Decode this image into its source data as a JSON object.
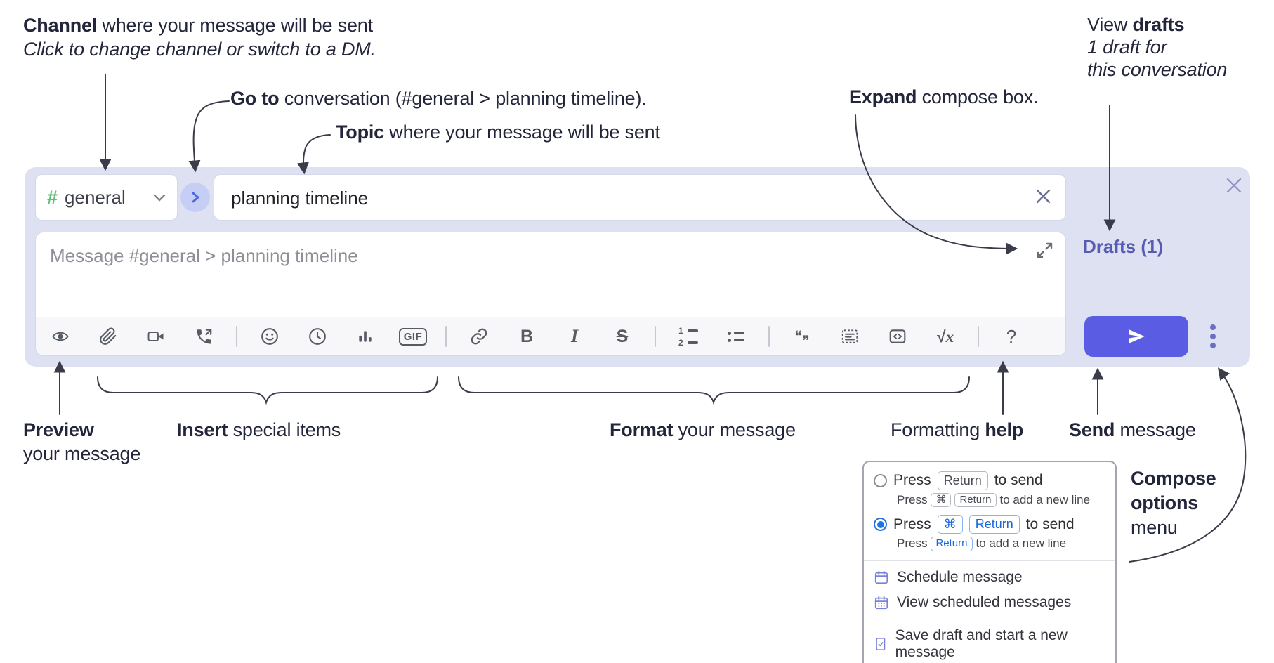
{
  "annotations": {
    "channel_label": {
      "bold": "Channel",
      "rest": " where your message will be sent",
      "hint": "Click to change channel or switch to a DM."
    },
    "goto_label": {
      "bold": "Go to",
      "rest": " conversation (#general > planning timeline)."
    },
    "topic_label": {
      "bold": "Topic",
      "rest": " where your message will be sent"
    },
    "expand_label": {
      "bold": "Expand",
      "rest": " compose box."
    },
    "drafts_label": {
      "pre": "View ",
      "bold": "drafts",
      "line2": "1 draft for",
      "line3": "this conversation"
    },
    "preview_label": {
      "bold": "Preview",
      "line2": "your message"
    },
    "insert_label": {
      "bold": "Insert",
      "rest": " special items"
    },
    "format_label": {
      "bold": "Format",
      "rest": " your message"
    },
    "help_label": {
      "pre": "Formatting ",
      "bold": "help"
    },
    "send_label": {
      "bold": "Send",
      "rest": " message"
    },
    "compose_options_label": {
      "line1": "Compose",
      "line2": "options",
      "line3": "menu"
    }
  },
  "composer": {
    "channel": {
      "hash": "#",
      "name": "general"
    },
    "topic": {
      "value": "planning timeline"
    },
    "message": {
      "placeholder": "Message #general > planning timeline"
    },
    "drafts_link": "Drafts (1)",
    "toolbar": {
      "gif": "GIF",
      "bold": "B",
      "italic": "I",
      "strike": "S",
      "ol_1": "1",
      "ol_2": "2",
      "quote_open": "❝",
      "quote_close": "❞",
      "formula_root": "√",
      "formula_var": "x",
      "help": "?"
    },
    "icons": {
      "preview": "eye-icon",
      "attach": "paperclip-icon",
      "video": "video-camera-icon",
      "call": "phone-call-icon",
      "emoji": "smiley-icon",
      "later": "clock-icon",
      "poll": "bar-chart-icon",
      "link": "link-icon",
      "code": "code-icon",
      "code_block": "code-block-icon",
      "expand": "expand-arrows-icon",
      "send": "paper-plane-icon",
      "more": "kebab-dots-icon",
      "close": "x-icon"
    },
    "colors": {
      "lavender_bg": "#dee1f1",
      "send_button": "#5a5de4",
      "accent_blue": "#4a68e0",
      "hash_green": "#5fbf73",
      "drafts_link": "#575cb2",
      "selected_radio": "#2273e2"
    }
  },
  "compose_menu": {
    "press": "Press",
    "return_key": "Return",
    "cmd_key": "⌘",
    "to_send": "to send",
    "to_add_line": "to add a new line",
    "items": [
      {
        "label": "Schedule message"
      },
      {
        "label": "View scheduled messages"
      },
      {
        "label": "Save draft and start a new message"
      }
    ]
  }
}
